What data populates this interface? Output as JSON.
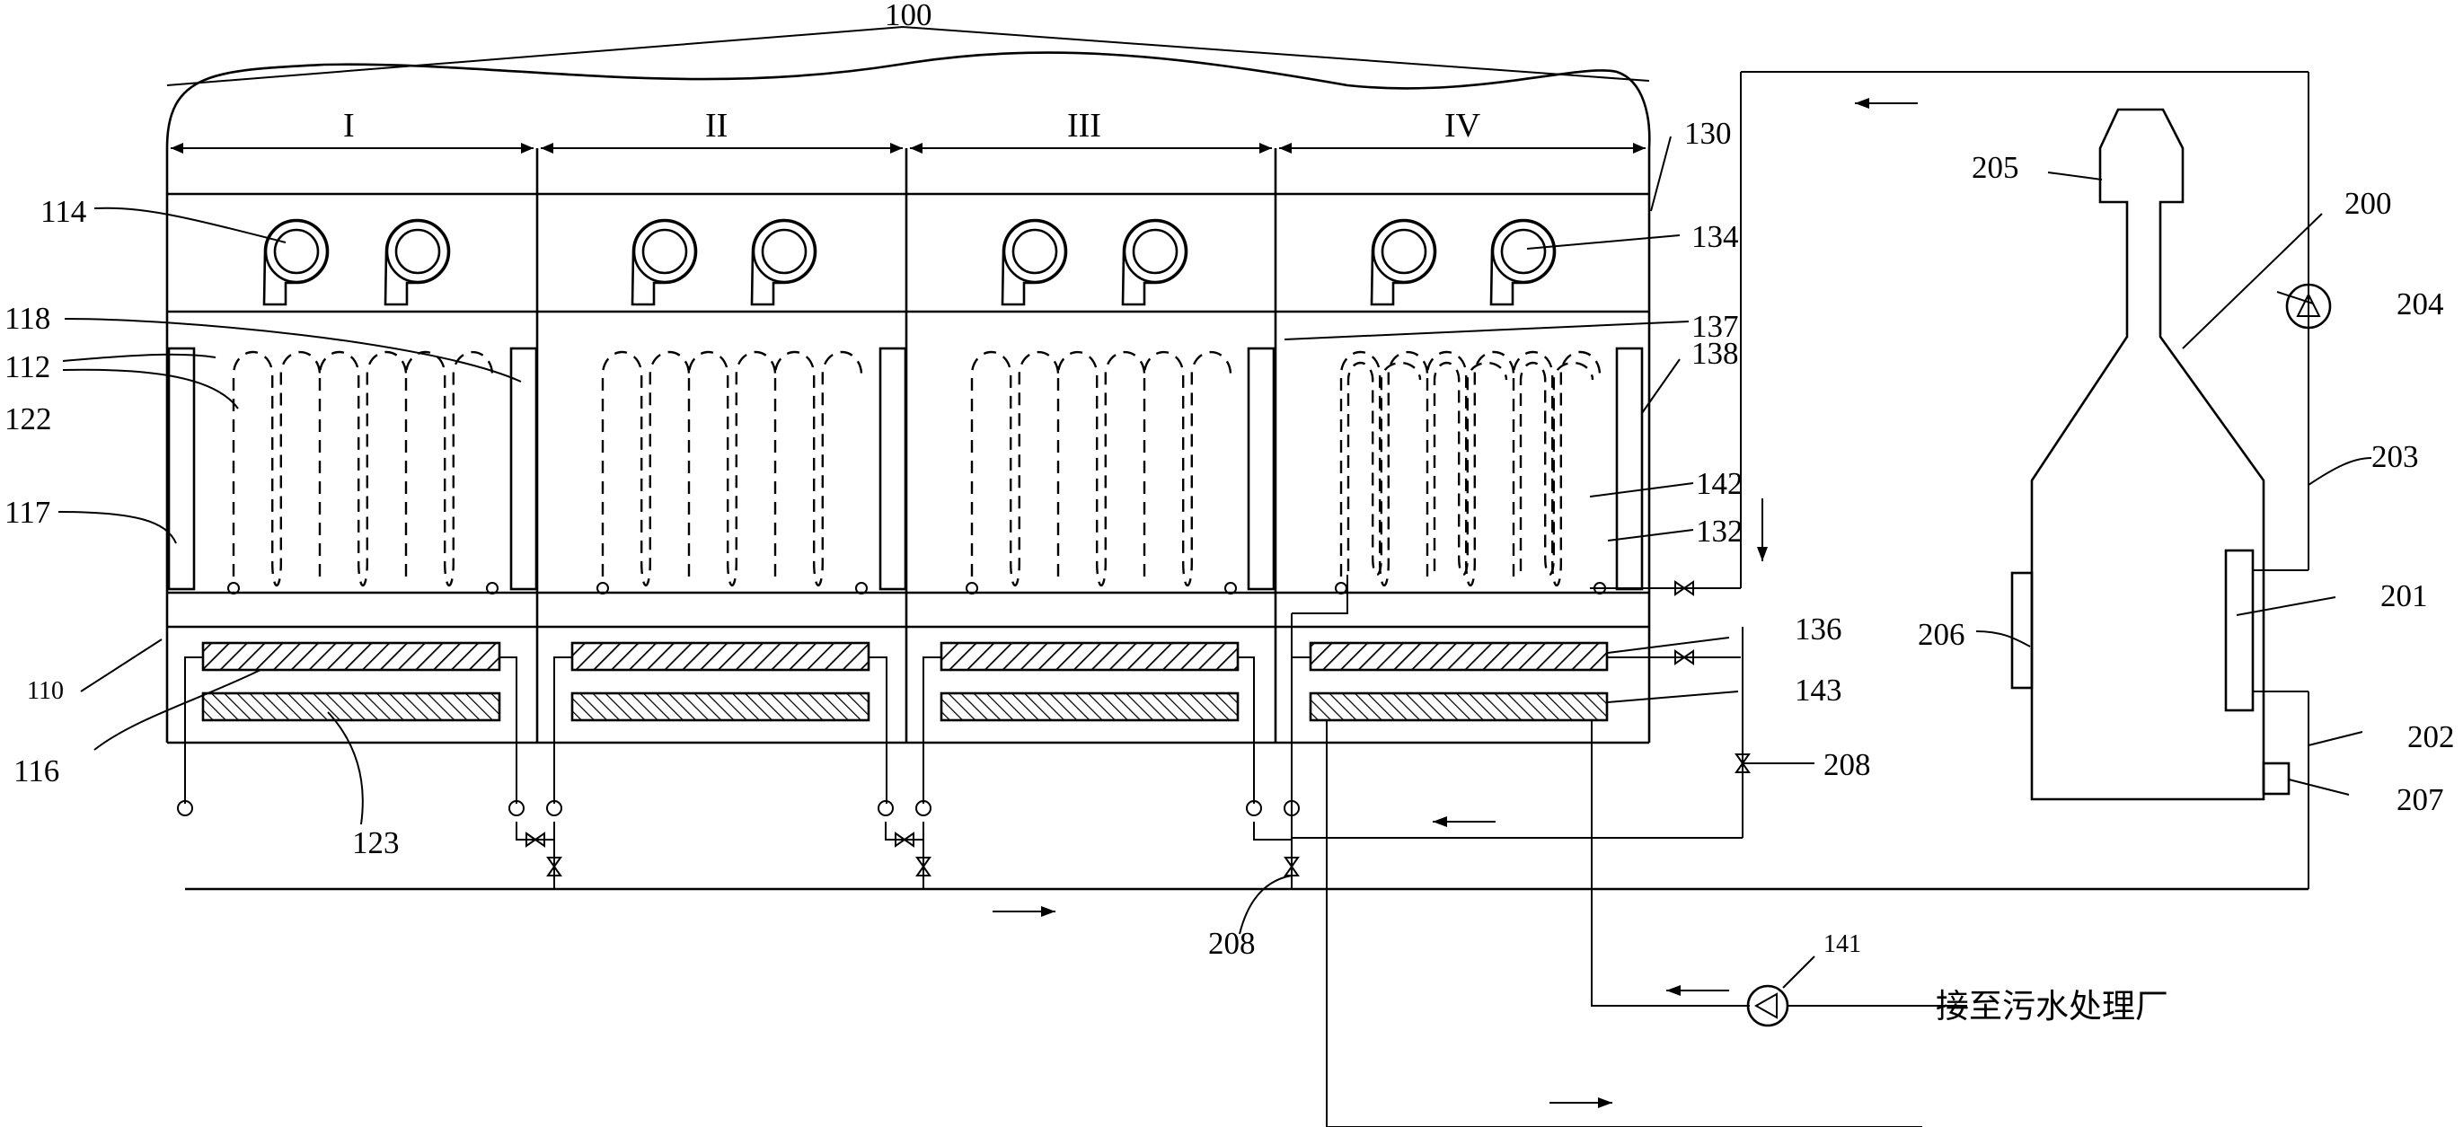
{
  "labels": {
    "l100": "100",
    "l110": "110",
    "l112": "112",
    "l114": "114",
    "l116": "116",
    "l117": "117",
    "l118": "118",
    "l122": "122",
    "l123": "123",
    "l130": "130",
    "l132": "132",
    "l134": "134",
    "l136": "136",
    "l137": "137",
    "l138": "138",
    "l141": "141",
    "l142": "142",
    "l143": "143",
    "l200": "200",
    "l201": "201",
    "l202": "202",
    "l203": "203",
    "l204": "204",
    "l205": "205",
    "l206": "206",
    "l207": "207",
    "l208a": "208",
    "l208b": "208"
  },
  "sections": [
    "I",
    "II",
    "III",
    "IV"
  ],
  "wastewater_label": "接至污水处理厂"
}
